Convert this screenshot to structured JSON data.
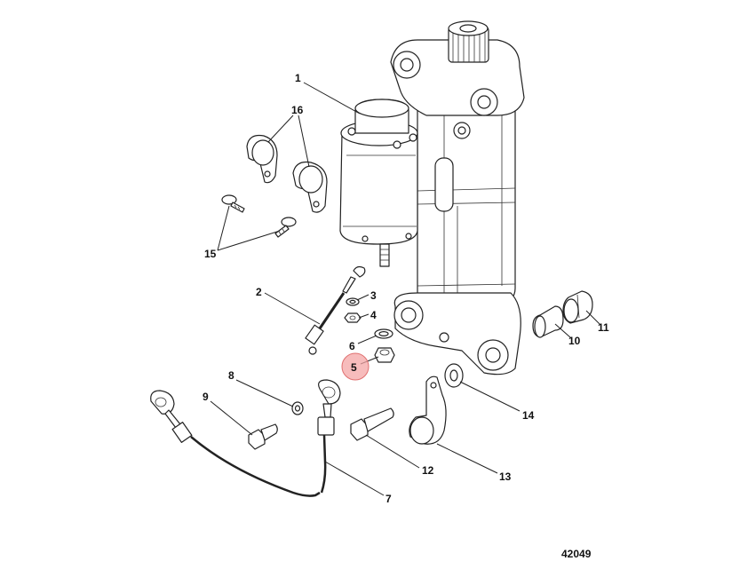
{
  "figure_number": "42049",
  "highlighted_part": "5",
  "highlight_color": "#f4a6a6",
  "callouts": {
    "c1": "1",
    "c2": "2",
    "c3": "3",
    "c4": "4",
    "c5": "5",
    "c6": "6",
    "c7": "7",
    "c8": "8",
    "c9": "9",
    "c10": "10",
    "c11": "11",
    "c12": "12",
    "c13": "13",
    "c14": "14",
    "c15": "15",
    "c16": "16"
  }
}
